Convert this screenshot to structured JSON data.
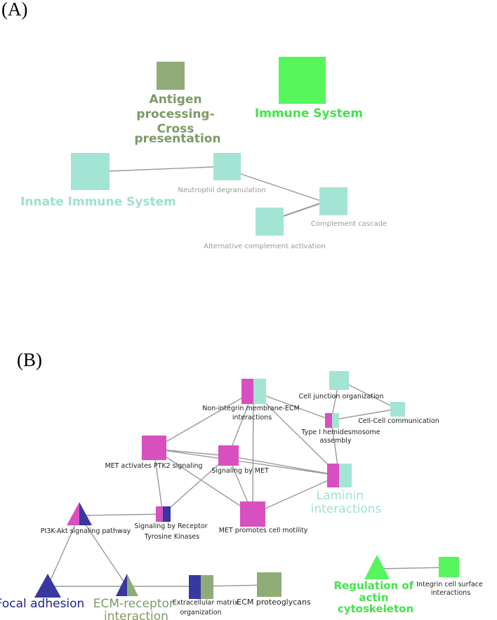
{
  "colors": {
    "antigen": "#8fac78",
    "immune_system": "#55f55c",
    "innate": "#a3e4d4",
    "magenta": "#d84fbf",
    "navy": "#3838a0",
    "sage": "#8fac78",
    "mint": "#a3e4d4",
    "green": "#55f55c",
    "focal_text": "#22228a",
    "ecm_text": "#7d9a66",
    "laminin_text": "#9fe0d0",
    "green_text": "#44e34a"
  },
  "panel_a": {
    "label": "(A)",
    "nodes": {
      "antigen": {
        "label_lines": [
          "Antigen",
          "processing-",
          "Cross",
          "presentation"
        ]
      },
      "immune_system": {
        "label": "Immune System"
      },
      "innate": {
        "label": "Innate Immune System"
      },
      "neutrophil": {
        "label": "Neutrophil degranulation"
      },
      "complement": {
        "label": "Complement cascade"
      },
      "alternative": {
        "label": "Alternative complement activation"
      }
    }
  },
  "panel_b": {
    "label": "(B)",
    "nodes": {
      "non_integrin": {
        "label_lines": [
          "Non-integrin membrane-ECM",
          "interactions"
        ]
      },
      "cell_junction": {
        "label": "Cell junction organization"
      },
      "cell_cell": {
        "label": "Cell-Cell communication"
      },
      "type1": {
        "label_lines": [
          "Type I hemidesmosome",
          "assembly"
        ]
      },
      "met_ptk2": {
        "label": "MET activates PTK2 signaling"
      },
      "signaling_met": {
        "label": "Signaling by MET"
      },
      "laminin": {
        "label_lines": [
          "Laminin",
          "interactions"
        ]
      },
      "pi3k": {
        "label": "PI3K-Akt signaling pathway"
      },
      "receptor_tk": {
        "label_lines": [
          "Signaling by Receptor",
          "Tyrosine Kinases"
        ]
      },
      "met_motility": {
        "label": "MET promotes cell motility"
      },
      "focal": {
        "label": "Focal adhesion"
      },
      "ecm_receptor": {
        "label_lines": [
          "ECM-receptor",
          "interaction"
        ]
      },
      "ecm_org": {
        "label_lines": [
          "Extracellular matrix",
          "organization"
        ]
      },
      "ecm_proteoglycans": {
        "label": "ECM proteoglycans"
      },
      "regulation_actin": {
        "label_lines": [
          "Regulation of",
          "actin",
          "cytoskeleton"
        ]
      },
      "integrin": {
        "label_lines": [
          "Integrin cell surface",
          "interactions"
        ]
      }
    }
  }
}
